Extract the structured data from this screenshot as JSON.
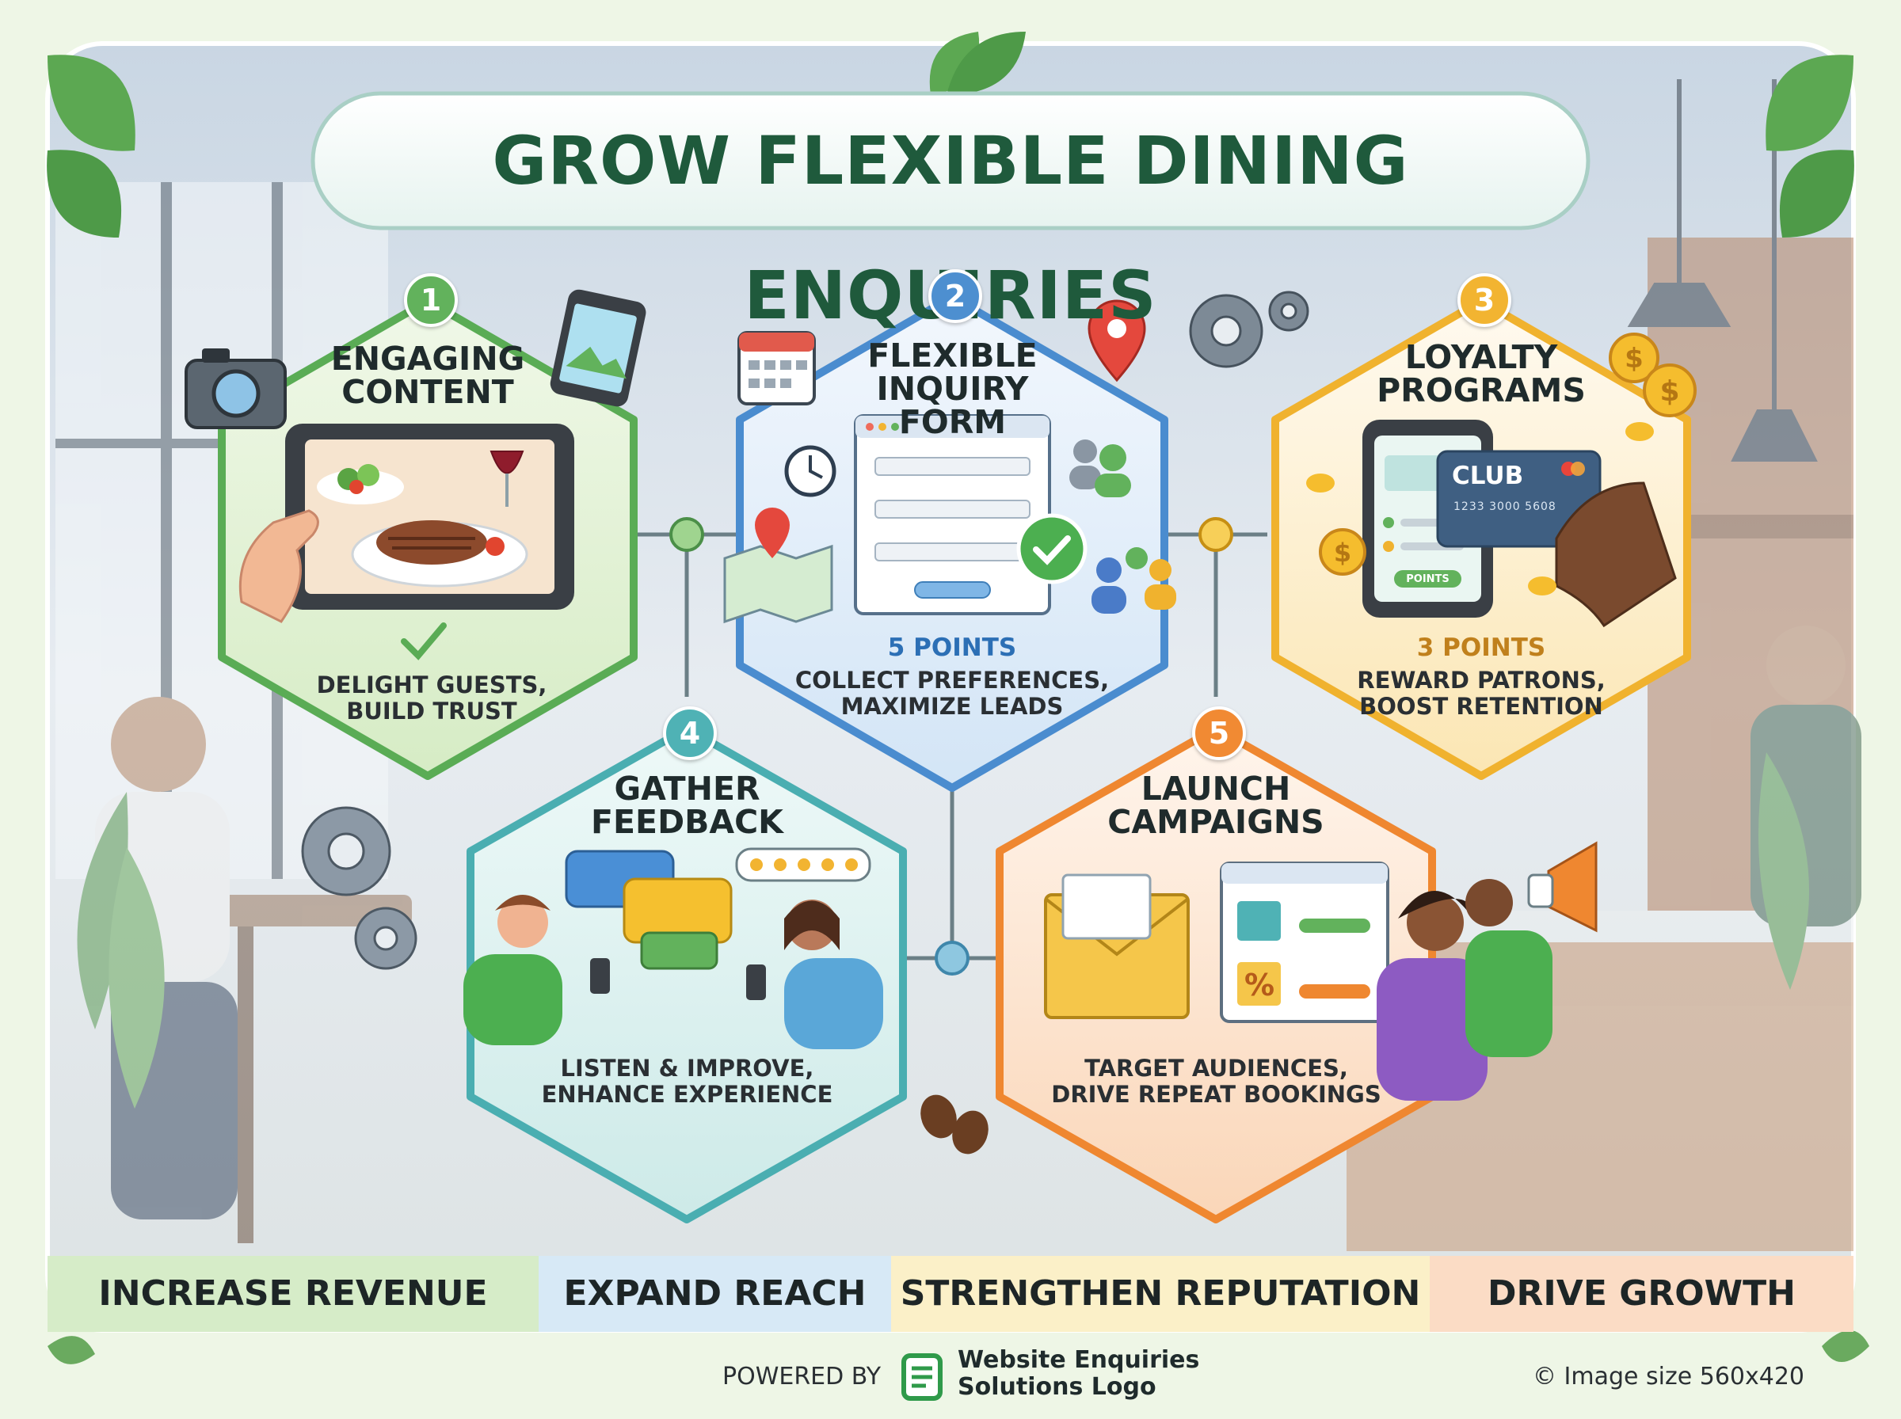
{
  "title": "GROW FLEXIBLE DINING ENQUIRIES",
  "steps": [
    {
      "number": "1",
      "title": "ENGAGING CONTENT",
      "points": "",
      "desc": "DELIGHT GUESTS, BUILD TRUST",
      "color": "#62b25c"
    },
    {
      "number": "2",
      "title": "FLEXIBLE INQUIRY FORM",
      "points": "5 POINTS",
      "desc": "COLLECT PREFERENCES, MAXIMIZE LEADS",
      "color": "#4d8fd0"
    },
    {
      "number": "3",
      "title": "LOYALTY PROGRAMS",
      "points": "3 POINTS",
      "desc": "REWARD PATRONS, BOOST RETENTION",
      "color": "#f2b431"
    },
    {
      "number": "4",
      "title": "GATHER FEEDBACK",
      "points": "",
      "desc": "LISTEN & IMPROVE, ENHANCE EXPERIENCE",
      "color": "#4fb2b5"
    },
    {
      "number": "5",
      "title": "LAUNCH CAMPAIGNS",
      "points": "",
      "desc": "TARGET AUDIENCES, DRIVE REPEAT BOOKINGS",
      "color": "#f18a33"
    }
  ],
  "card": {
    "club_label": "CLUB",
    "card_number": "1233 3000 5608",
    "points_label": "POINTS"
  },
  "bands": [
    {
      "label": "INCREASE REVENUE",
      "color": "#d6ecc8"
    },
    {
      "label": "EXPAND REACH",
      "color": "#d7e9f6"
    },
    {
      "label": "STRENGTHEN REPUTATION",
      "color": "#fbf0c8"
    },
    {
      "label": "DRIVE GROWTH",
      "color": "#fbdcc5"
    }
  ],
  "footer": {
    "powered_by": "POWERED BY",
    "logo_line1": "Website Enquiries",
    "logo_line2": "Solutions Logo",
    "copyright": "© Image size 560x420"
  }
}
